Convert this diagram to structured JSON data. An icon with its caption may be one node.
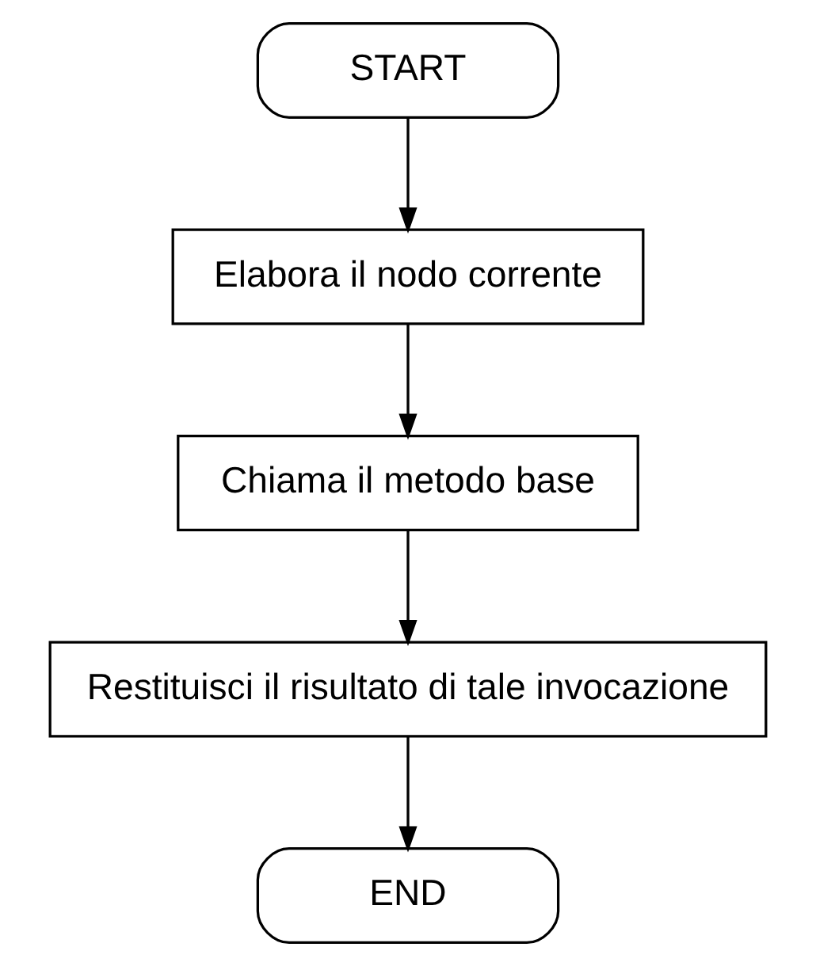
{
  "diagram": {
    "nodes": [
      {
        "text": [
          "START"
        ]
      },
      {
        "text": [
          "Elabora il nodo corrente"
        ]
      },
      {
        "text": [
          "Chiama il metodo base"
        ]
      },
      {
        "text": [
          "Restituisci il risultato di tale invocazione"
        ]
      },
      {
        "text": [
          "END"
        ]
      }
    ],
    "edges": [
      {
        "from": 0,
        "to": 1,
        "arrow": "to"
      },
      {
        "from": 1,
        "to": 2,
        "arrow": "to"
      },
      {
        "from": 2,
        "to": 3,
        "arrow": "to"
      },
      {
        "from": 3,
        "to": 4,
        "arrow": "to"
      }
    ]
  }
}
